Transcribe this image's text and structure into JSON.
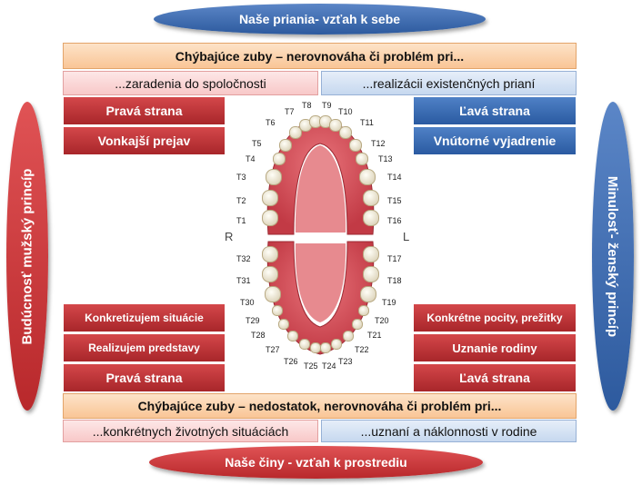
{
  "top_oval": "Naše priania- vzťah k sebe",
  "bottom_oval": "Naše činy -  vzťah k  prostrediu",
  "left_oval": "Budúcnosť mužský princíp",
  "right_oval": "Minulosť- ženský princíp",
  "top_bar": "Chýbajúce zuby – nerovnováha či problém pri...",
  "top_left_sub": "...zaradenia do spoločnosti",
  "top_right_sub": "...realizácii existenčných prianí",
  "upper_left_boxes": [
    "Pravá strana",
    "Vonkajší prejav"
  ],
  "upper_right_boxes": [
    "Ľavá strana",
    "Vnútorné vyjadrenie"
  ],
  "lower_left_boxes": [
    "Konkretizujem situácie",
    "Realizujem predstavy",
    "Pravá strana"
  ],
  "lower_right_boxes": [
    "Konkrétne pocity, prežitky",
    "Uznanie rodiny",
    "Ľavá strana"
  ],
  "bottom_bar": "Chýbajúce zuby – nedostatok, nerovnováha či problém pri...",
  "bottom_left_sub": "...konkrétnych životných situáciách",
  "bottom_right_sub": "...uznaní a náklonnosti v rodine",
  "side_left": "R",
  "side_right": "L",
  "upper_teeth": [
    "T1",
    "T2",
    "T3",
    "T4",
    "T5",
    "T6",
    "T7",
    "T8",
    "T9",
    "T10",
    "T11",
    "T12",
    "T13",
    "T14",
    "T15",
    "T16"
  ],
  "lower_teeth": [
    "T17",
    "T18",
    "T19",
    "T20",
    "T21",
    "T22",
    "T23",
    "T24",
    "T25",
    "T26",
    "T27",
    "T28",
    "T29",
    "T30",
    "T31",
    "T32"
  ],
  "colors": {
    "red": "#b8282b",
    "blue": "#2d5a9e",
    "orange": "#f9c596",
    "pink": "#f8c8c8",
    "light_blue": "#c6d8ef"
  }
}
